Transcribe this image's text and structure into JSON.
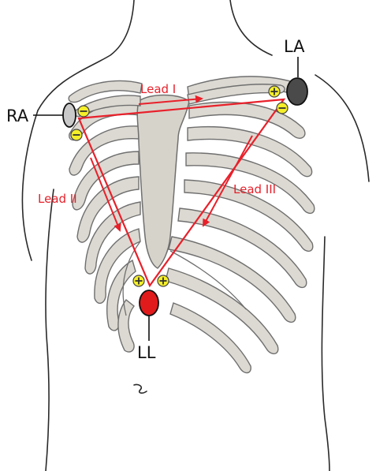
{
  "title": "",
  "colors": {
    "lead_line": "#e8202a",
    "rib_fill": "#dcd9d2",
    "rib_stroke": "#6f6f6f",
    "outline": "#2a2a2a",
    "terminal_fill": "#f5ef2a",
    "ra_fill": "#c9c9c9",
    "la_fill": "#4a4a4a",
    "ll_fill": "#e11b1b"
  },
  "electrodes": {
    "ra": {
      "label": "RA",
      "color_name": "grey"
    },
    "la": {
      "label": "LA",
      "color_name": "black"
    },
    "ll": {
      "label": "LL",
      "color_name": "red"
    }
  },
  "leads": {
    "lead1": {
      "label": "Lead I",
      "from": "RA",
      "to": "LA"
    },
    "lead2": {
      "label": "Lead II",
      "from": "RA",
      "to": "LL"
    },
    "lead3": {
      "label": "Lead III",
      "from": "LA",
      "to": "LL"
    }
  },
  "terminals": {
    "negative_symbol": "−",
    "positive_symbol": "+"
  },
  "icons": {
    "arrow": "arrow-head-icon",
    "negative": "minus-icon",
    "positive": "plus-icon"
  }
}
